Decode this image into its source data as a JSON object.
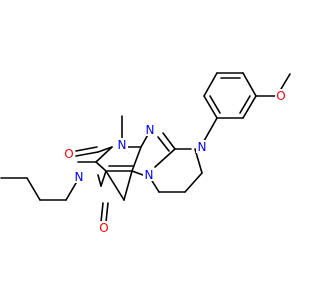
{
  "colors": {
    "background": "#ffffff",
    "bond": "#000000",
    "nitrogen": "#0000ff",
    "oxygen": "#ff0000",
    "carbon_text": "#000000"
  },
  "atoms": {
    "n_bridge_top": "N",
    "n_aryl": "N",
    "n_methyl": "N",
    "methyl_label": "CH3-free",
    "n_imidazole": "N",
    "n_imide": "N",
    "o_methoxy": "O",
    "o_carbonyl_upper": "O",
    "o_carbonyl_lower": "O"
  }
}
